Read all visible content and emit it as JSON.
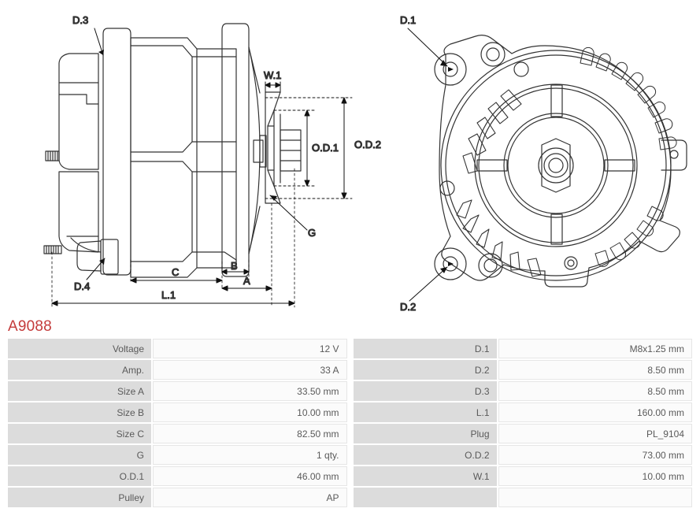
{
  "part": {
    "code": "A9088"
  },
  "drawings": {
    "side_view": {
      "name": "alternator-side-view",
      "labels": [
        {
          "id": "D.3",
          "text": "D.3"
        },
        {
          "id": "D.4",
          "text": "D.4"
        },
        {
          "id": "W.1",
          "text": "W.1"
        },
        {
          "id": "O.D.1",
          "text": "O.D.1"
        },
        {
          "id": "O.D.2",
          "text": "O.D.2"
        },
        {
          "id": "G",
          "text": "G"
        },
        {
          "id": "A",
          "text": "A"
        },
        {
          "id": "B",
          "text": "B"
        },
        {
          "id": "C",
          "text": "C"
        },
        {
          "id": "L.1",
          "text": "L.1"
        }
      ]
    },
    "front_view": {
      "name": "alternator-front-view",
      "labels": [
        {
          "id": "D.1",
          "text": "D.1"
        },
        {
          "id": "D.2",
          "text": "D.2"
        }
      ]
    }
  },
  "spec_table": {
    "left": [
      {
        "label": "Voltage",
        "value": "12 V"
      },
      {
        "label": "Amp.",
        "value": "33 A"
      },
      {
        "label": "Size A",
        "value": "33.50 mm"
      },
      {
        "label": "Size B",
        "value": "10.00 mm"
      },
      {
        "label": "Size C",
        "value": "82.50 mm"
      },
      {
        "label": "G",
        "value": "1 qty."
      },
      {
        "label": "O.D.1",
        "value": "46.00 mm"
      },
      {
        "label": "Pulley",
        "value": "AP"
      }
    ],
    "right": [
      {
        "label": "D.1",
        "value": "M8x1.25 mm"
      },
      {
        "label": "D.2",
        "value": "8.50 mm"
      },
      {
        "label": "D.3",
        "value": "8.50 mm"
      },
      {
        "label": "L.1",
        "value": "160.00 mm"
      },
      {
        "label": "Plug",
        "value": "PL_9104"
      },
      {
        "label": "O.D.2",
        "value": "73.00 mm"
      },
      {
        "label": "W.1",
        "value": "10.00 mm"
      },
      {
        "label": "",
        "value": ""
      }
    ]
  },
  "colors": {
    "title": "#c43b3b",
    "label_bg": "#dcdcdc",
    "value_bg": "#fbfbfb",
    "text": "#5a5a5a",
    "line": "#333333"
  }
}
